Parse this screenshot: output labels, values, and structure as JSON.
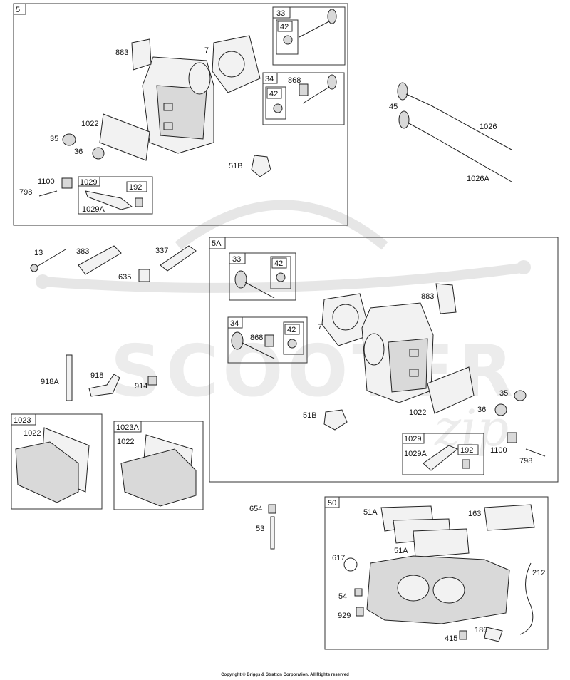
{
  "watermark": {
    "brand": "SCOOTER",
    "suffix": "zip"
  },
  "copyright": "Copyright © Briggs & Stratton Corporation. All Rights reserved",
  "groups": {
    "g5": "5",
    "g5A": "5A",
    "g1023": "1023",
    "g1023A": "1023A",
    "g50": "50",
    "s33": "33",
    "s34": "34",
    "s42": "42",
    "s1029": "1029",
    "s192": "192"
  },
  "parts": {
    "p883": "883",
    "p7": "7",
    "p868": "868",
    "p1022": "1022",
    "p35": "35",
    "p36": "36",
    "p51B": "51B",
    "p1100": "1100",
    "p798": "798",
    "p1029A": "1029A",
    "p45": "45",
    "p1026": "1026",
    "p1026A": "1026A",
    "p13": "13",
    "p383": "383",
    "p337": "337",
    "p635": "635",
    "p918A": "918A",
    "p918": "918",
    "p914": "914",
    "p654": "654",
    "p53": "53",
    "p51A": "51A",
    "p163": "163",
    "p617": "617",
    "p212": "212",
    "p54": "54",
    "p929": "929",
    "p186": "186",
    "p415": "415"
  }
}
